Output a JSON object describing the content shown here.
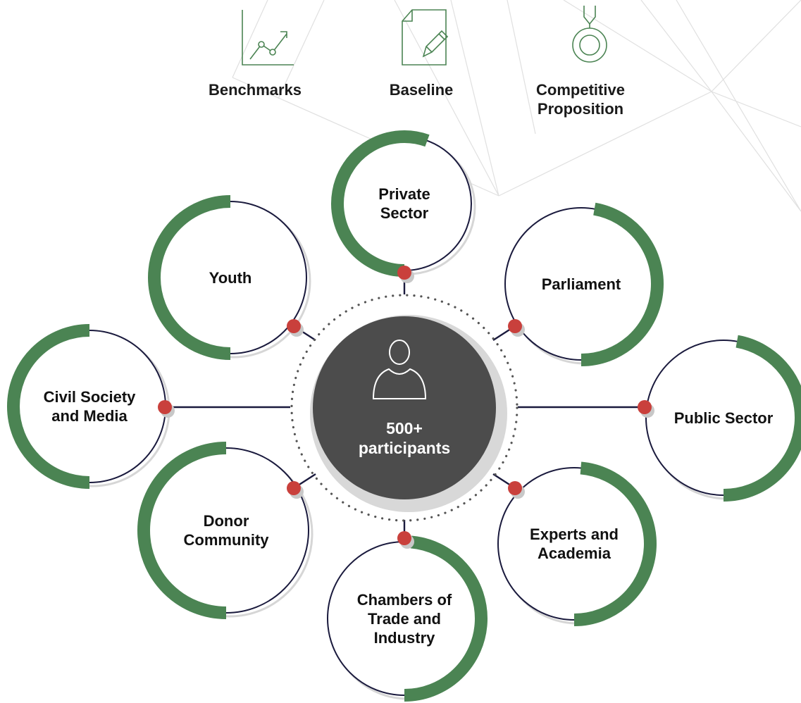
{
  "top_items": [
    {
      "id": "benchmarks",
      "label": "Benchmarks",
      "icon": "line-chart-icon"
    },
    {
      "id": "baseline",
      "label": "Baseline",
      "icon": "document-edit-icon"
    },
    {
      "id": "competitive",
      "label": "Competitive\nProposition",
      "icon": "medal-icon"
    }
  ],
  "hub": {
    "label": "500+\nparticipants",
    "icon": "user-icon"
  },
  "nodes": [
    {
      "id": "private-sector",
      "label": "Private\nSector"
    },
    {
      "id": "parliament",
      "label": "Parliament"
    },
    {
      "id": "public-sector",
      "label": "Public Sector"
    },
    {
      "id": "experts-academia",
      "label": "Experts and\nAcademia"
    },
    {
      "id": "chambers",
      "label": "Chambers of\nTrade and\nIndustry"
    },
    {
      "id": "donor-community",
      "label": "Donor\nCommunity"
    },
    {
      "id": "civil-society",
      "label": "Civil Society\nand Media"
    },
    {
      "id": "youth",
      "label": "Youth"
    }
  ],
  "colors": {
    "green": "#4b8453",
    "navy": "#1a1a3d",
    "red_dot": "#c9403c",
    "hub_fill": "#4c4c4c",
    "icon_green": "#4b8453",
    "bg_lines": "#dcdcdc"
  }
}
